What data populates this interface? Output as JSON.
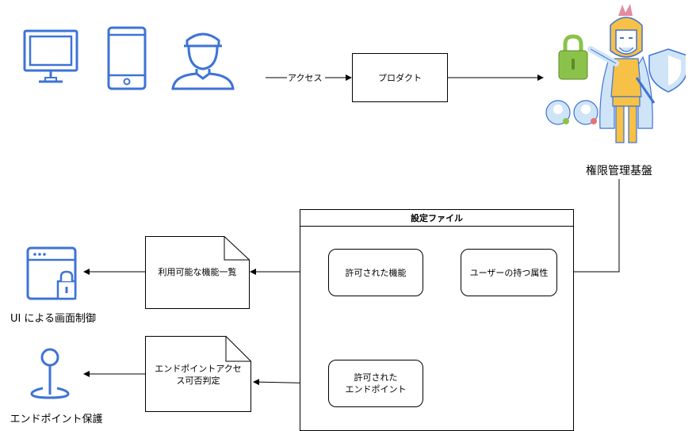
{
  "top_flow": {
    "access_label": "アクセス",
    "product_label": "プロダクト",
    "authz_platform_label": "権限管理基盤"
  },
  "config_file": {
    "title": "設定ファイル",
    "user_attributes_label": "ユーザーの持つ属性",
    "allowed_features_label": "許可された機能",
    "allowed_endpoints_line1": "許可された",
    "allowed_endpoints_line2": "エンドポイント"
  },
  "outputs": {
    "available_features_doc": "利用可能な機能一覧",
    "endpoint_access_doc_line1": "エンドポイントアクセ",
    "endpoint_access_doc_line2": "ス可否判定",
    "ui_control_label": "UI による画面制御",
    "endpoint_protection_label": "エンドポイント保護"
  },
  "icons": {
    "desktop": "desktop-icon",
    "tablet": "tablet-icon",
    "user": "user-icon",
    "king": "king-guardian-icon",
    "lock": "padlock-icon",
    "shield": "shield-icon",
    "browser_lock": "browser-lock-icon",
    "location_pin": "location-pin-icon"
  },
  "colors": {
    "icon_blue": "#3d73d6",
    "lock_green": "#8bc34a",
    "king_yellow": "#f7c046",
    "king_light_blue": "#cfe4f7"
  }
}
